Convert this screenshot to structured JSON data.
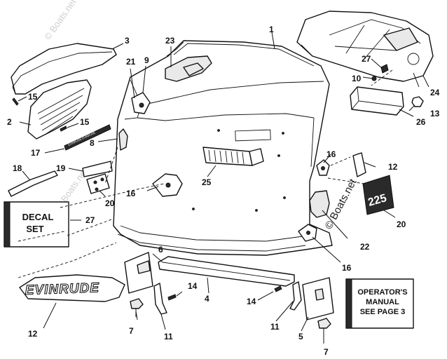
{
  "watermarks": {
    "top_left": "© Boats.net",
    "mid_left": "© Boats.net",
    "right": "© Boats.net"
  },
  "boxes": {
    "decal_set": {
      "line1": "DECAL",
      "line2": "SET"
    },
    "operators_manual": {
      "line1": "OPERATOR'S",
      "line2": "MANUAL",
      "line3": "SEE PAGE 3"
    }
  },
  "decals": {
    "evinrude": "EVINRUDE",
    "side_number": "225",
    "strip_text": "EVINRUDE  EVINRUDE"
  },
  "callouts": {
    "c1": "1",
    "c2": "2",
    "c3": "3",
    "c4": "4",
    "c5": "5",
    "c6": "6",
    "c7a": "7",
    "c7b": "7",
    "c8": "8",
    "c9": "9",
    "c10": "10",
    "c11a": "11",
    "c11b": "11",
    "c12a": "12",
    "c12b": "12",
    "c13": "13",
    "c14a": "14",
    "c14b": "14",
    "c15a": "15",
    "c15b": "15",
    "c16a": "16",
    "c16b": "16",
    "c16c": "16",
    "c17": "17",
    "c18": "18",
    "c19": "19",
    "c20a": "20",
    "c20b": "20",
    "c21": "21",
    "c22": "22",
    "c23": "23",
    "c24": "24",
    "c25": "25",
    "c26": "26",
    "c27a": "27",
    "c27b": "27"
  }
}
